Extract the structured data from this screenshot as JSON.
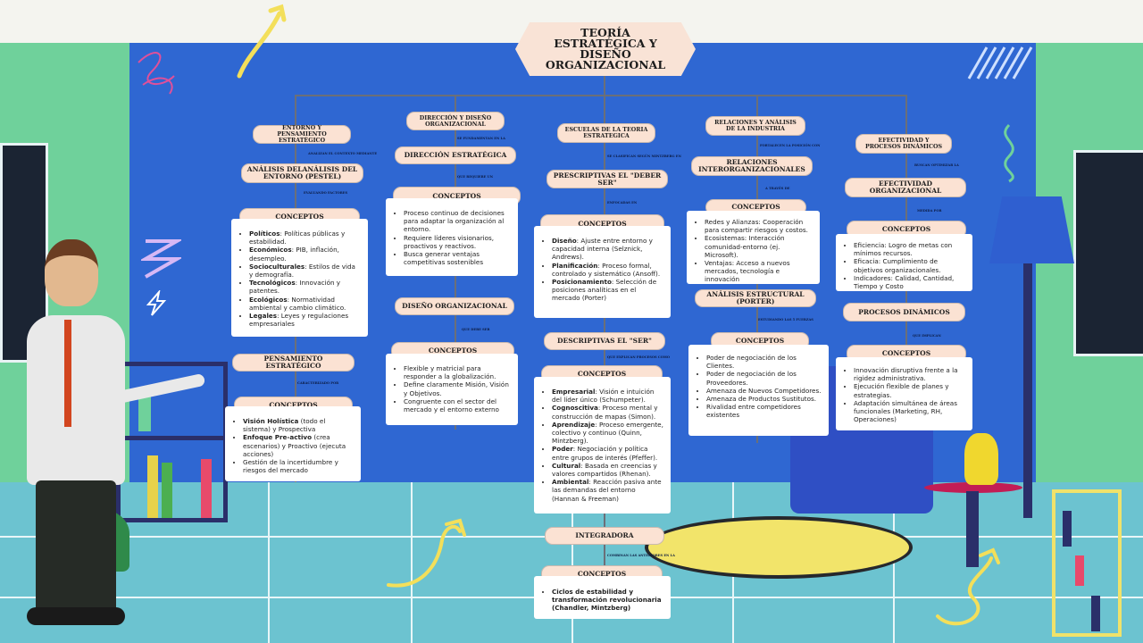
{
  "title": "TEORÍA ESTRATÉGICA Y DISEÑO ORGANIZACIONAL",
  "columns": [
    {
      "header": "ENTORNO Y PENSAMIENTO ESTRATÉGICO",
      "link1": "ANALIZAN EL CONTEXTO MEDIANTE",
      "sub1": "ANÁLISIS DELANÁLISIS DEL ENTORNO (PESTEL)",
      "link2": "EVALUANDO FACTORES",
      "concepts1": "CONCEPTOS",
      "items1": [
        {
          "b": "Políticos",
          "t": ": Políticas públicas y estabilidad."
        },
        {
          "b": "Económicos",
          "t": ": PIB, inflación, desempleo."
        },
        {
          "b": "Socioculturales",
          "t": ": Estilos de vida y demografía."
        },
        {
          "b": "Tecnológicos",
          "t": ": Innovación y patentes."
        },
        {
          "b": "Ecológicos",
          "t": ": Normatividad ambiental y cambio climático."
        },
        {
          "b": "Legales",
          "t": ": Leyes y regulaciones empresariales"
        }
      ],
      "sub2": "PENSAMIENTO ESTRATÉGICO",
      "link3": "CARACTERIZADO POR",
      "concepts2": "CONCEPTOS",
      "items2": [
        {
          "b": "Visión Holística",
          "t": " (todo el sistema) y Prospectiva"
        },
        {
          "b": "Enfoque Pre-activo",
          "t": " (crea escenarios) y Proactivo (ejecuta acciones)"
        },
        {
          "b": "",
          "t": "Gestión de la incertidumbre y riesgos del mercado"
        }
      ]
    },
    {
      "header": "DIRECCIÓN Y DISEÑO ORGANIZACIONAL",
      "link1": "SE FUNDAMENTAN EN LA",
      "sub1": "DIRECCIÓN ESTRATÉGICA",
      "link2": "QUE REQUIERE UN",
      "concepts1": "CONCEPTOS",
      "items1": [
        {
          "b": "",
          "t": "Proceso continuo de decisiones para adaptar la organización al entorno."
        },
        {
          "b": "",
          "t": "Requiere líderes visionarios, proactivos y reactivos."
        },
        {
          "b": "",
          "t": "Busca generar ventajas competitivas sostenibles"
        }
      ],
      "sub2": "DISEÑO ORGANIZACIONAL",
      "link3": "QUE DEBE SER",
      "concepts2": "CONCEPTOS",
      "items2": [
        {
          "b": "",
          "t": "Flexible y matricial para responder a la globalización."
        },
        {
          "b": "",
          "t": "Define claramente Misión, Visión y Objetivos."
        },
        {
          "b": "",
          "t": "Congruente con el sector del mercado y el entorno externo"
        }
      ]
    },
    {
      "header": "ESCUELAS DE LA TEORIA ESTRATEGICA",
      "link1": "SE CLASIFICAN SEGÚN MINTZBERG EN",
      "sub1": "PRESCRIPTIVAS EL \"DEBER SER\"",
      "link2": "ENFOCADAS EN",
      "concepts1": "CONCEPTOS",
      "items1": [
        {
          "b": "Diseño",
          "t": ": Ajuste entre entorno y capacidad interna (Selznick, Andrews)."
        },
        {
          "b": "Planificación",
          "t": ": Proceso formal, controlado y sistemático (Ansoff)."
        },
        {
          "b": "Posicionamiento",
          "t": ": Selección de posiciones analíticas en el mercado (Porter)"
        }
      ],
      "sub2": "DESCRIPTIVAS EL \"SER\"",
      "link3": "QUE EXPLICAN PROCESOS COMO",
      "concepts2": "CONCEPTOS",
      "items2": [
        {
          "b": "Empresarial",
          "t": ": Visión e intuición del líder único (Schumpeter)."
        },
        {
          "b": "Cognoscitiva",
          "t": ": Proceso mental y construcción de mapas (Simon)."
        },
        {
          "b": "Aprendizaje",
          "t": ": Proceso emergente, colectivo y continuo (Quinn, Mintzberg)."
        },
        {
          "b": "Poder",
          "t": ": Negociación y política entre grupos de interés (Pfeffer)."
        },
        {
          "b": "Cultural",
          "t": ": Basada en creencias y valores compartidos (Rhenan)."
        },
        {
          "b": "Ambiental",
          "t": ": Reacción pasiva ante las demandas del entorno (Hannan & Freeman)"
        }
      ],
      "sub3": "INTEGRADORA",
      "link4": "COMBINAN LAS ANTERIORES EN LA",
      "concepts3": "CONCEPTOS",
      "items3": [
        {
          "b": "Ciclos de estabilidad y transformación revolucionaria (Chandler, Mintzberg)",
          "t": ""
        }
      ]
    },
    {
      "header": "RELACIONES Y ANÁLISIS DE LA INDUSTRIA",
      "link1": "FORTALECEN LA POSICIÓN CON",
      "sub1": "RELACIONES INTERORGANIZACIONALES",
      "link2": "A TRAVÉS DE",
      "concepts1": "CONCEPTOS",
      "items1": [
        {
          "b": "",
          "t": "Redes y Alianzas: Cooperación para compartir riesgos y costos."
        },
        {
          "b": "",
          "t": "Ecosistemas: Interacción comunidad-entorno (ej. Microsoft)."
        },
        {
          "b": "",
          "t": "Ventajas: Acceso a nuevos mercados, tecnología e innovación"
        }
      ],
      "sub2": "ANÁLISIS ESTRUCTURAL (PORTER)",
      "link3": "ESTUDIANDO LAS 5 FUERZAS",
      "concepts2": "CONCEPTOS",
      "items2": [
        {
          "b": "",
          "t": "Poder de negociación de los Clientes."
        },
        {
          "b": "",
          "t": "Poder de negociación de los Proveedores."
        },
        {
          "b": "",
          "t": "Amenaza de Nuevos Competidores."
        },
        {
          "b": "",
          "t": "Amenaza de Productos Sustitutos."
        },
        {
          "b": "",
          "t": "Rivalidad entre competidores existentes"
        }
      ]
    },
    {
      "header": "EFECTIVIDAD Y PROCESOS DINÁMICOS",
      "link1": "BUSCAN OPTIMIZAR LA",
      "sub1": "EFECTIVIDAD ORGANIZACIONAL",
      "link2": "MEDIDA POR",
      "concepts1": "CONCEPTOS",
      "items1": [
        {
          "b": "",
          "t": "Eficiencia: Logro de metas con mínimos recursos."
        },
        {
          "b": "",
          "t": "Eficacia: Cumplimiento de objetivos organizacionales."
        },
        {
          "b": "",
          "t": "Indicadores: Calidad, Cantidad, Tiempo y Costo"
        }
      ],
      "sub2": "PROCESOS DINÁMICOS",
      "link3": "QUE IMPLICAN",
      "concepts2": "CONCEPTOS",
      "items2": [
        {
          "b": "",
          "t": "Innovación disruptiva frente a la rigidez administrativa."
        },
        {
          "b": "",
          "t": "Ejecución flexible de planes y estrategias."
        },
        {
          "b": "",
          "t": "Adaptación simultánea de áreas funcionales (Marketing, RH, Operaciones)"
        }
      ]
    }
  ]
}
